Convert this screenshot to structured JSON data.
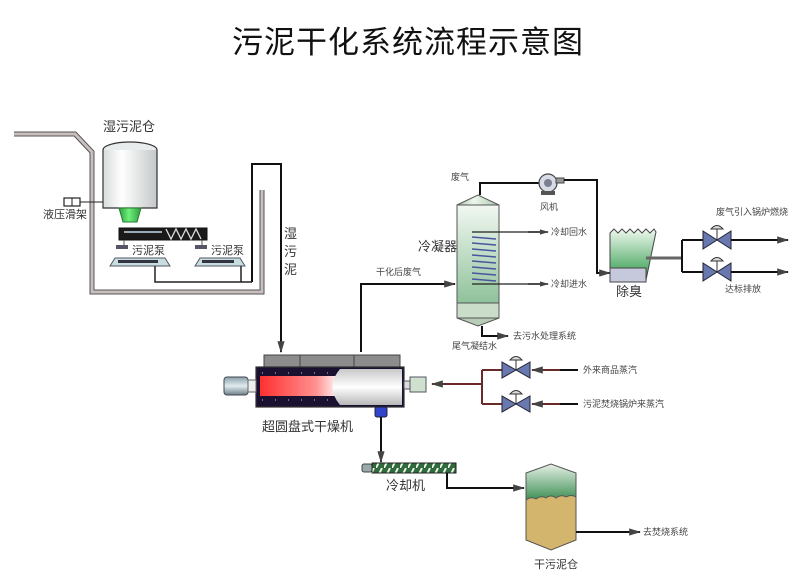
{
  "title": "污泥干化系统流程示意图",
  "equipment": {
    "wet_silo": "湿污泥仓",
    "hydraulic_slide": "液压滑架",
    "sludge_pump_1": "污泥泵",
    "sludge_pump_2": "污泥泵",
    "wet_sludge_vertical": [
      "湿",
      "污",
      "泥"
    ],
    "dryer": "超圆盘式干燥机",
    "cooler": "冷却机",
    "dry_silo": "干污泥仓",
    "condenser": "冷凝器",
    "fan": "风机",
    "deodorizer": "除臭"
  },
  "streams": {
    "dried_exhaust": "干化后废气",
    "exhaust_gas": "废气",
    "cooling_return": "冷却回水",
    "cooling_inlet": "冷却进水",
    "condensate": "尾气凝结水",
    "to_wastewater": "去污水处理系统",
    "to_boiler": "废气引入锅炉燃烧",
    "compliant_discharge": "达标排放",
    "external_steam": "外来商品蒸汽",
    "boiler_steam": "污泥焚烧锅炉来蒸汽",
    "to_incineration": "去焚烧系统"
  },
  "colors": {
    "silo_green": "#3ecf55",
    "condenser_green": "#cfe3cf",
    "dryer_red": "#e02020",
    "dry_sludge": "#d4b56e",
    "valve_blue": "#6a78b0"
  }
}
